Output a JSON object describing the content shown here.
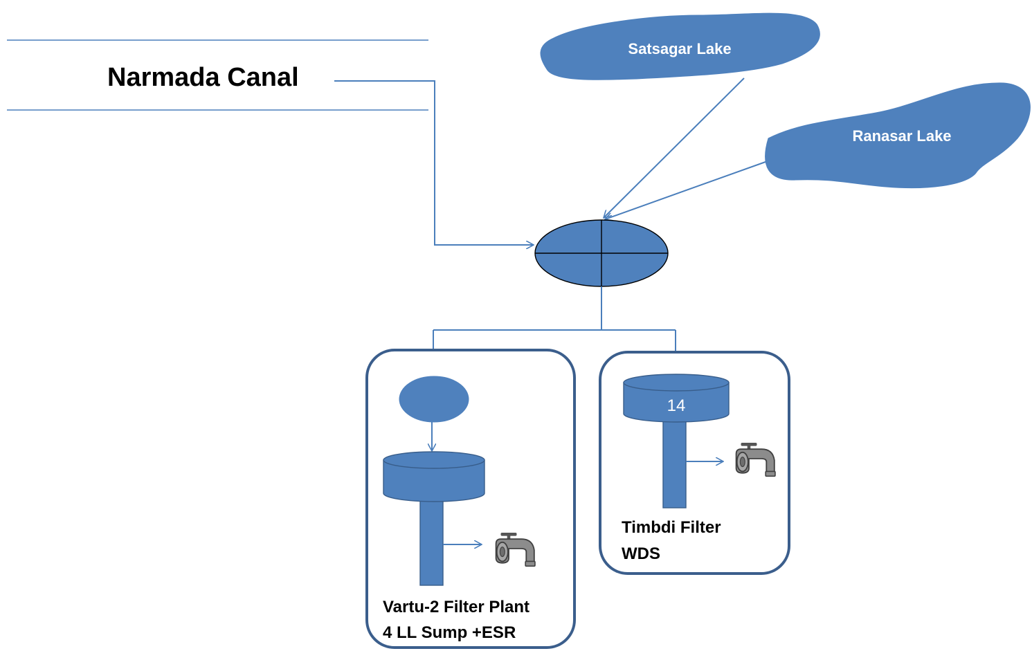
{
  "sources": {
    "canal_label": "Narmada Canal",
    "lake1_label": "Satsagar Lake",
    "lake2_label": "Ranasar Lake"
  },
  "plants": {
    "left": {
      "line1": "Vartu-2 Filter Plant",
      "line2": "4 LL Sump +ESR"
    },
    "right": {
      "line1": "Timbdi Filter",
      "line2": "WDS",
      "tank_number": "14"
    }
  },
  "colors": {
    "fill": "#4F81BD",
    "stroke": "#385D8A",
    "connector": "#4A7EBB",
    "box_border": "#3B5E8C",
    "tap": "#7F7F7F"
  },
  "icons": [
    "water-tap-icon",
    "water-tap-icon"
  ]
}
